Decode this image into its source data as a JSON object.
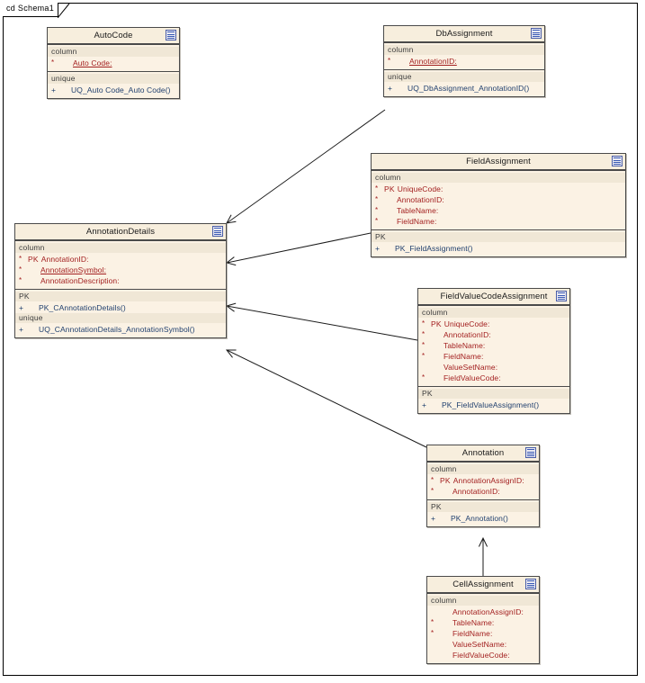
{
  "diagram": {
    "frame_label": "cd Schema1",
    "accent_key_color": "#a32020",
    "accent_op_color": "#1f3f6e",
    "box_fill": "#fbf2e4",
    "border_color": "#4a4a4a",
    "icon_name": "table-icon"
  },
  "classes": [
    {
      "id": "autocode",
      "title": "AutoCode",
      "sections": [
        {
          "label": "column",
          "rows": [
            {
              "mark": "*",
              "pk": "",
              "name": "Auto Code:",
              "underline": true,
              "kind": "column"
            }
          ]
        },
        {
          "label": "unique",
          "rows": [
            {
              "mark": "+",
              "pk": "",
              "name": "UQ_Auto Code_Auto Code()",
              "underline": false,
              "kind": "op"
            }
          ]
        }
      ]
    },
    {
      "id": "dbassignment",
      "title": "DbAssignment",
      "sections": [
        {
          "label": "column",
          "rows": [
            {
              "mark": "*",
              "pk": "",
              "name": "AnnotationID:",
              "underline": true,
              "kind": "column"
            }
          ]
        },
        {
          "label": "unique",
          "rows": [
            {
              "mark": "+",
              "pk": "",
              "name": "UQ_DbAssignment_AnnotationID()",
              "underline": false,
              "kind": "op"
            }
          ]
        }
      ]
    },
    {
      "id": "fieldassignment",
      "title": "FieldAssignment",
      "sections": [
        {
          "label": "column",
          "rows": [
            {
              "mark": "*",
              "pk": "PK",
              "name": "UniqueCode:",
              "underline": false,
              "kind": "column"
            },
            {
              "mark": "*",
              "pk": "",
              "name": "AnnotationID:",
              "underline": false,
              "kind": "column"
            },
            {
              "mark": "*",
              "pk": "",
              "name": "TableName:",
              "underline": false,
              "kind": "column"
            },
            {
              "mark": "*",
              "pk": "",
              "name": "FieldName:",
              "underline": false,
              "kind": "column"
            }
          ]
        },
        {
          "label": "PK",
          "rows": [
            {
              "mark": "+",
              "pk": "",
              "name": "PK_FieldAssignment()",
              "underline": false,
              "kind": "op"
            }
          ]
        }
      ]
    },
    {
      "id": "annotationdetails",
      "title": "AnnotationDetails",
      "sections": [
        {
          "label": "column",
          "rows": [
            {
              "mark": "*",
              "pk": "PK",
              "name": "AnnotationID:",
              "underline": false,
              "kind": "column"
            },
            {
              "mark": "*",
              "pk": "",
              "name": "AnnotationSymbol:",
              "underline": true,
              "kind": "column"
            },
            {
              "mark": "*",
              "pk": "",
              "name": "AnnotationDescription:",
              "underline": false,
              "kind": "column"
            }
          ]
        },
        {
          "label": "PK",
          "rows": [
            {
              "mark": "+",
              "pk": "",
              "name": "PK_CAnnotationDetails()",
              "underline": false,
              "kind": "op"
            }
          ]
        },
        {
          "label": "unique",
          "rows": [
            {
              "mark": "+",
              "pk": "",
              "name": "UQ_CAnnotationDetails_AnnotationSymbol()",
              "underline": false,
              "kind": "op"
            }
          ]
        }
      ]
    },
    {
      "id": "fieldvaluecodeassignment",
      "title": "FieldValueCodeAssignment",
      "sections": [
        {
          "label": "column",
          "rows": [
            {
              "mark": "*",
              "pk": "PK",
              "name": "UniqueCode:",
              "underline": false,
              "kind": "column"
            },
            {
              "mark": "*",
              "pk": "",
              "name": "AnnotationID:",
              "underline": false,
              "kind": "column"
            },
            {
              "mark": "*",
              "pk": "",
              "name": "TableName:",
              "underline": false,
              "kind": "column"
            },
            {
              "mark": "*",
              "pk": "",
              "name": "FieldName:",
              "underline": false,
              "kind": "column"
            },
            {
              "mark": "",
              "pk": "",
              "name": "ValueSetName:",
              "underline": false,
              "kind": "column"
            },
            {
              "mark": "*",
              "pk": "",
              "name": "FieldValueCode:",
              "underline": false,
              "kind": "column"
            }
          ]
        },
        {
          "label": "PK",
          "rows": [
            {
              "mark": "+",
              "pk": "",
              "name": "PK_FieldValueAssignment()",
              "underline": false,
              "kind": "op"
            }
          ]
        }
      ]
    },
    {
      "id": "annotation",
      "title": "Annotation",
      "sections": [
        {
          "label": "column",
          "rows": [
            {
              "mark": "*",
              "pk": "PK",
              "name": "AnnotationAssignID:",
              "underline": false,
              "kind": "column"
            },
            {
              "mark": "*",
              "pk": "",
              "name": "AnnotationID:",
              "underline": false,
              "kind": "column"
            }
          ]
        },
        {
          "label": "PK",
          "rows": [
            {
              "mark": "+",
              "pk": "",
              "name": "PK_Annotation()",
              "underline": false,
              "kind": "op"
            }
          ]
        }
      ]
    },
    {
      "id": "cellassignment",
      "title": "CellAssignment",
      "sections": [
        {
          "label": "column",
          "rows": [
            {
              "mark": "",
              "pk": "",
              "name": "AnnotationAssignID:",
              "underline": false,
              "kind": "column"
            },
            {
              "mark": "*",
              "pk": "",
              "name": "TableName:",
              "underline": false,
              "kind": "column"
            },
            {
              "mark": "*",
              "pk": "",
              "name": "FieldName:",
              "underline": false,
              "kind": "column"
            },
            {
              "mark": "",
              "pk": "",
              "name": "ValueSetName:",
              "underline": false,
              "kind": "column"
            },
            {
              "mark": "",
              "pk": "",
              "name": "FieldValueCode:",
              "underline": false,
              "kind": "column"
            }
          ]
        }
      ]
    }
  ],
  "connectors": [
    {
      "from": "dbassignment",
      "to": "annotationdetails",
      "style": "dependency-arrow"
    },
    {
      "from": "fieldassignment",
      "to": "annotationdetails",
      "style": "dependency-arrow"
    },
    {
      "from": "fieldvaluecodeassignment",
      "to": "annotationdetails",
      "style": "dependency-arrow"
    },
    {
      "from": "annotation",
      "to": "annotationdetails",
      "style": "dependency-arrow"
    },
    {
      "from": "cellassignment",
      "to": "annotation",
      "style": "dependency-arrow"
    }
  ]
}
